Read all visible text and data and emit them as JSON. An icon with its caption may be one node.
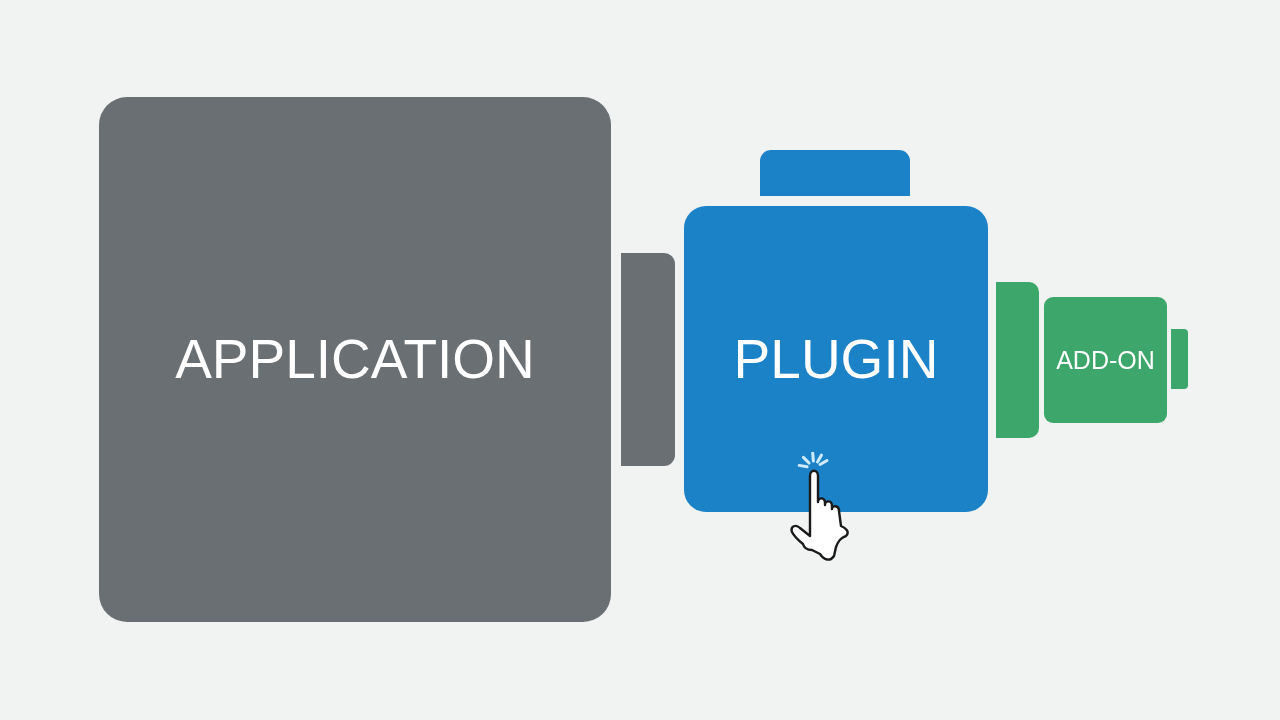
{
  "diagram": {
    "nodes": [
      {
        "text": [
          "APPLICATION"
        ]
      },
      {
        "text": [],
        "shape": "box"
      },
      {
        "text": [],
        "shape": "box"
      },
      {
        "text": [
          "PLUGIN"
        ]
      },
      {
        "text": [],
        "shape": "box"
      },
      {
        "text": [
          "ADD-ON"
        ]
      },
      {
        "text": [],
        "shape": "box"
      }
    ]
  }
}
